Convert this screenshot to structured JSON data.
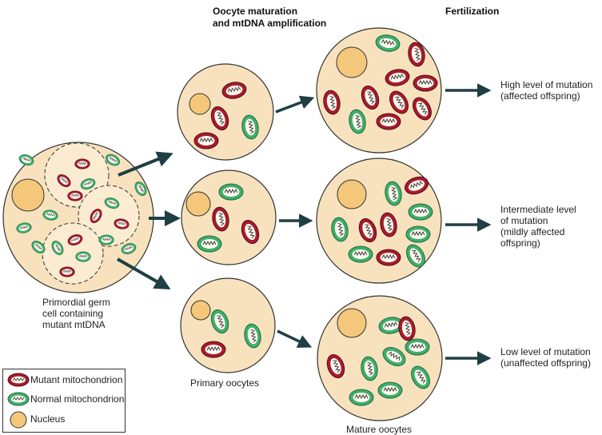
{
  "headers": {
    "maturation_line1": "Oocyte maturation",
    "maturation_line2": "and mtDNA amplification",
    "fertilization": "Fertilization"
  },
  "labels": {
    "germ_cell_line1": "Primordial germ",
    "germ_cell_line2": "cell containing",
    "germ_cell_line3": "mutant mtDNA",
    "primary_oocytes": "Primary oocytes",
    "mature_oocytes": "Mature oocytes"
  },
  "outcomes": {
    "high_line1": "High level of mutation",
    "high_line2": "(affected offspring)",
    "intermediate_line1": "Intermediate level",
    "intermediate_line2": "of mutation",
    "intermediate_line3": "(mildly affected",
    "intermediate_line4": "offspring)",
    "low_line1": "Low level of mutation",
    "low_line2": "(unaffected offspring)"
  },
  "legend": {
    "mutant": "Mutant mitochondrion",
    "normal": "Normal mitochondrion",
    "nucleus": "Nucleus"
  },
  "colors": {
    "cell_fill": "#f7e2bd",
    "nucleus_fill": "#f4c77a",
    "mutant": "#a51c2c",
    "normal": "#3fae6a",
    "arrow": "#1f3f44"
  }
}
